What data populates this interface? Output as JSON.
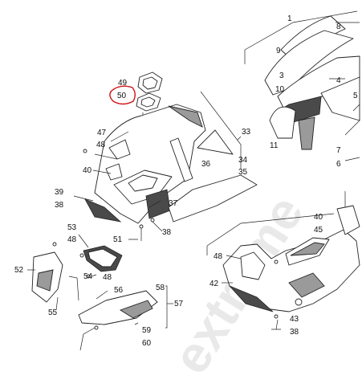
{
  "watermark": "extreme",
  "highlight_color": "#d11414",
  "labels": [
    {
      "id": "l1",
      "text": "1"
    },
    {
      "id": "l8",
      "text": "8"
    },
    {
      "id": "l9",
      "text": "9"
    },
    {
      "id": "l3",
      "text": "3"
    },
    {
      "id": "l10",
      "text": "10"
    },
    {
      "id": "l4",
      "text": "4"
    },
    {
      "id": "l5",
      "text": "5"
    },
    {
      "id": "l11",
      "text": "11"
    },
    {
      "id": "l7",
      "text": "7"
    },
    {
      "id": "l6",
      "text": "6"
    },
    {
      "id": "l49",
      "text": "49"
    },
    {
      "id": "l50",
      "text": "50"
    },
    {
      "id": "l47",
      "text": "47"
    },
    {
      "id": "l48a",
      "text": "48"
    },
    {
      "id": "l33",
      "text": "33"
    },
    {
      "id": "l34",
      "text": "34"
    },
    {
      "id": "l40a",
      "text": "40"
    },
    {
      "id": "l36",
      "text": "36"
    },
    {
      "id": "l35",
      "text": "35"
    },
    {
      "id": "l39",
      "text": "39"
    },
    {
      "id": "l38a",
      "text": "38"
    },
    {
      "id": "l37",
      "text": "37"
    },
    {
      "id": "l38b",
      "text": "38"
    },
    {
      "id": "l51",
      "text": "51"
    },
    {
      "id": "l53",
      "text": "53"
    },
    {
      "id": "l48b",
      "text": "48"
    },
    {
      "id": "l52",
      "text": "52"
    },
    {
      "id": "l54",
      "text": "54"
    },
    {
      "id": "l48c",
      "text": "48"
    },
    {
      "id": "l56",
      "text": "56"
    },
    {
      "id": "l58",
      "text": "58"
    },
    {
      "id": "l57",
      "text": "57"
    },
    {
      "id": "l55",
      "text": "55"
    },
    {
      "id": "l59",
      "text": "59"
    },
    {
      "id": "l60",
      "text": "60"
    },
    {
      "id": "l40b",
      "text": "40"
    },
    {
      "id": "l45",
      "text": "45"
    },
    {
      "id": "l48d",
      "text": "48"
    },
    {
      "id": "l42",
      "text": "42"
    },
    {
      "id": "l43",
      "text": "43"
    },
    {
      "id": "l38c",
      "text": "38"
    }
  ]
}
